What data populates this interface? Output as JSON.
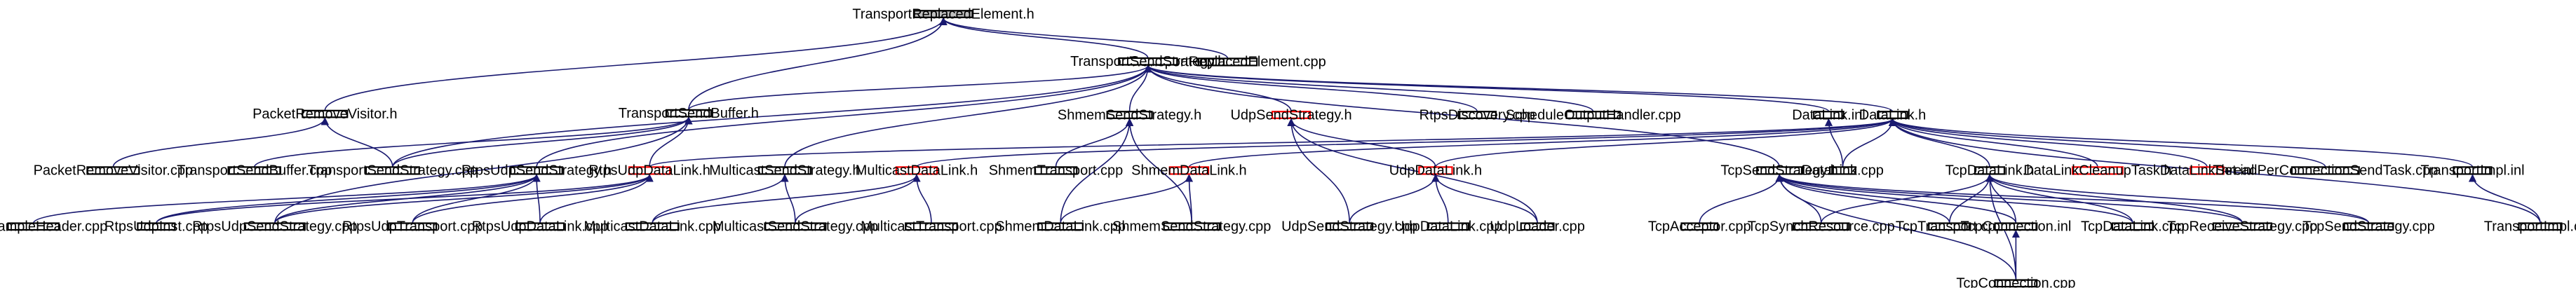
{
  "colors": {
    "edge": "#191970",
    "node_border": "#000000",
    "node_fill": "#ffffff",
    "root_fill": "#bfbfbf",
    "highlight_border": "#ff0000",
    "text": "#000000"
  },
  "nodes": [
    {
      "id": "root",
      "label": "TransportReplacedElement.h",
      "style": "root"
    },
    {
      "id": "tre_cpp",
      "label": "TransportReplacedElement.cpp",
      "style": "normal"
    },
    {
      "id": "tss_h",
      "label": "TransportSendStrategy.h",
      "style": "normal"
    },
    {
      "id": "prv_h",
      "label": "PacketRemoveVisitor.h",
      "style": "normal"
    },
    {
      "id": "tsb_h",
      "label": "TransportSendBuffer.h",
      "style": "normal"
    },
    {
      "id": "sss_h",
      "label": "ShmemSendStrategy.h",
      "style": "normal"
    },
    {
      "id": "uss_h",
      "label": "UdpSendStrategy.h",
      "style": "red"
    },
    {
      "id": "rtpsdisc",
      "label": "RtpsDiscovery.cpp",
      "style": "normal"
    },
    {
      "id": "soh_cpp",
      "label": "ScheduleOutputHandler.cpp",
      "style": "normal"
    },
    {
      "id": "dl_inl",
      "label": "DataLink.inl",
      "style": "normal"
    },
    {
      "id": "dl_h",
      "label": "DataLink.h",
      "style": "normal"
    },
    {
      "id": "prv_cpp",
      "label": "PacketRemoveVisitor.cpp",
      "style": "normal"
    },
    {
      "id": "tsb_cpp",
      "label": "TransportSendBuffer.cpp",
      "style": "normal"
    },
    {
      "id": "tss_cpp",
      "label": "TransportSendStrategy.cpp",
      "style": "normal"
    },
    {
      "id": "russ_h",
      "label": "RtpsUdpSendStrategy.h",
      "style": "normal"
    },
    {
      "id": "rudl_h",
      "label": "RtpsUdpDataLink.h",
      "style": "red"
    },
    {
      "id": "mss_h",
      "label": "MulticastSendStrategy.h",
      "style": "normal"
    },
    {
      "id": "mdl_h",
      "label": "MulticastDataLink.h",
      "style": "red"
    },
    {
      "id": "st_cpp",
      "label": "ShmemTransport.cpp",
      "style": "normal"
    },
    {
      "id": "sdl_h",
      "label": "ShmemDataLink.h",
      "style": "red"
    },
    {
      "id": "udl_h",
      "label": "UdpDataLink.h",
      "style": "red"
    },
    {
      "id": "dl_cpp",
      "label": "DataLink.cpp",
      "style": "normal"
    },
    {
      "id": "tcpss_h",
      "label": "TcpSendStrategy.h",
      "style": "normal"
    },
    {
      "id": "tcpdl_h",
      "label": "TcpDataLink.h",
      "style": "normal"
    },
    {
      "id": "dlct_h",
      "label": "DataLinkCleanupTask.h",
      "style": "red"
    },
    {
      "id": "dls_inl",
      "label": "DataLinkSet.inl",
      "style": "red"
    },
    {
      "id": "tpcst_cpp",
      "label": "ThreadPerConnectionSendTask.cpp",
      "style": "normal"
    },
    {
      "id": "ti_inl",
      "label": "TransportImpl.inl",
      "style": "normal"
    },
    {
      "id": "rsh_cpp",
      "label": "RtpsSampleHeader.cpp",
      "style": "normal"
    },
    {
      "id": "rui_cpp",
      "label": "RtpsUdpInst.cpp",
      "style": "normal"
    },
    {
      "id": "russ_cpp",
      "label": "RtpsUdpSendStrategy.cpp",
      "style": "normal"
    },
    {
      "id": "rut_cpp",
      "label": "RtpsUdpTransport.cpp",
      "style": "normal"
    },
    {
      "id": "rudl_cpp",
      "label": "RtpsUdpDataLink.cpp",
      "style": "normal"
    },
    {
      "id": "mdl_cpp",
      "label": "MulticastDataLink.cpp",
      "style": "normal"
    },
    {
      "id": "mss_cpp",
      "label": "MulticastSendStrategy.cpp",
      "style": "normal"
    },
    {
      "id": "mt_cpp",
      "label": "MulticastTransport.cpp",
      "style": "normal"
    },
    {
      "id": "sdl_cpp",
      "label": "ShmemDataLink.cpp",
      "style": "normal"
    },
    {
      "id": "sss_cpp",
      "label": "ShmemSendStrategy.cpp",
      "style": "normal"
    },
    {
      "id": "uss_cpp",
      "label": "UdpSendStrategy.cpp",
      "style": "normal"
    },
    {
      "id": "udl_cpp",
      "label": "UdpDataLink.cpp",
      "style": "normal"
    },
    {
      "id": "ul_cpp",
      "label": "UdpLoader.cpp",
      "style": "normal"
    },
    {
      "id": "tcpa_cpp",
      "label": "TcpAcceptor.cpp",
      "style": "normal"
    },
    {
      "id": "tcpsr_cpp",
      "label": "TcpSynchResource.cpp",
      "style": "normal"
    },
    {
      "id": "tcpt_cpp",
      "label": "TcpTransport.cpp",
      "style": "normal"
    },
    {
      "id": "tcpc_inl",
      "label": "TcpConnection.inl",
      "style": "normal"
    },
    {
      "id": "tcpdl_cpp",
      "label": "TcpDataLink.cpp",
      "style": "normal"
    },
    {
      "id": "tcprs_cpp",
      "label": "TcpReceiveStrategy.cpp",
      "style": "normal"
    },
    {
      "id": "tcpss_cpp",
      "label": "TcpSendStrategy.cpp",
      "style": "normal"
    },
    {
      "id": "ti_cpp",
      "label": "TransportImpl.cpp",
      "style": "normal"
    },
    {
      "id": "tcpc_cpp",
      "label": "TcpConnection.cpp",
      "style": "normal"
    }
  ],
  "edges": [
    [
      "root",
      "tre_cpp"
    ],
    [
      "root",
      "tss_h"
    ],
    [
      "root",
      "prv_h"
    ],
    [
      "root",
      "tsb_h"
    ],
    [
      "tss_h",
      "tsb_h"
    ],
    [
      "tss_h",
      "sss_h"
    ],
    [
      "tss_h",
      "uss_h"
    ],
    [
      "tss_h",
      "rtpsdisc"
    ],
    [
      "tss_h",
      "soh_cpp"
    ],
    [
      "tss_h",
      "dl_inl"
    ],
    [
      "tss_h",
      "dl_h"
    ],
    [
      "tss_h",
      "tss_cpp"
    ],
    [
      "tss_h",
      "russ_h"
    ],
    [
      "tss_h",
      "mss_h"
    ],
    [
      "tss_h",
      "tcpss_h"
    ],
    [
      "prv_h",
      "prv_cpp"
    ],
    [
      "prv_h",
      "tss_cpp"
    ],
    [
      "tsb_h",
      "tsb_cpp"
    ],
    [
      "tsb_h",
      "tss_cpp"
    ],
    [
      "tsb_h",
      "rudl_h"
    ],
    [
      "tsb_h",
      "russ_cpp"
    ],
    [
      "sss_h",
      "st_cpp"
    ],
    [
      "sss_h",
      "sdl_cpp"
    ],
    [
      "sss_h",
      "sss_cpp"
    ],
    [
      "uss_h",
      "uss_cpp"
    ],
    [
      "uss_h",
      "udl_h"
    ],
    [
      "uss_h",
      "ul_cpp"
    ],
    [
      "dl_inl",
      "dl_cpp"
    ],
    [
      "dl_h",
      "dl_cpp"
    ],
    [
      "dl_h",
      "tcpdl_h"
    ],
    [
      "dl_h",
      "dlct_h"
    ],
    [
      "dl_h",
      "dls_inl"
    ],
    [
      "dl_h",
      "tpcst_cpp"
    ],
    [
      "dl_h",
      "ti_inl"
    ],
    [
      "dl_h",
      "ti_cpp"
    ],
    [
      "dl_h",
      "rudl_h"
    ],
    [
      "dl_h",
      "mdl_h"
    ],
    [
      "dl_h",
      "sdl_h"
    ],
    [
      "dl_h",
      "udl_h"
    ],
    [
      "russ_h",
      "rsh_cpp"
    ],
    [
      "russ_h",
      "rui_cpp"
    ],
    [
      "russ_h",
      "russ_cpp"
    ],
    [
      "russ_h",
      "rut_cpp"
    ],
    [
      "russ_h",
      "rudl_cpp"
    ],
    [
      "rudl_h",
      "rui_cpp"
    ],
    [
      "rudl_h",
      "russ_cpp"
    ],
    [
      "rudl_h",
      "rut_cpp"
    ],
    [
      "rudl_h",
      "rudl_cpp"
    ],
    [
      "mss_h",
      "mdl_cpp"
    ],
    [
      "mss_h",
      "mss_cpp"
    ],
    [
      "mdl_h",
      "mdl_cpp"
    ],
    [
      "mdl_h",
      "mss_cpp"
    ],
    [
      "mdl_h",
      "mt_cpp"
    ],
    [
      "sdl_h",
      "sdl_cpp"
    ],
    [
      "sdl_h",
      "sss_cpp"
    ],
    [
      "udl_h",
      "uss_cpp"
    ],
    [
      "udl_h",
      "udl_cpp"
    ],
    [
      "udl_h",
      "ul_cpp"
    ],
    [
      "tcpss_h",
      "tcpa_cpp"
    ],
    [
      "tcpss_h",
      "tcpsr_cpp"
    ],
    [
      "tcpss_h",
      "tcpt_cpp"
    ],
    [
      "tcpss_h",
      "tcpc_inl"
    ],
    [
      "tcpss_h",
      "tcpdl_cpp"
    ],
    [
      "tcpss_h",
      "tcprs_cpp"
    ],
    [
      "tcpss_h",
      "tcpss_cpp"
    ],
    [
      "tcpss_h",
      "tcpc_cpp"
    ],
    [
      "tcpdl_h",
      "tcpsr_cpp"
    ],
    [
      "tcpdl_h",
      "tcpt_cpp"
    ],
    [
      "tcpdl_h",
      "tcpc_inl"
    ],
    [
      "tcpdl_h",
      "tcpdl_cpp"
    ],
    [
      "tcpdl_h",
      "tcprs_cpp"
    ],
    [
      "tcpdl_h",
      "tcpss_cpp"
    ],
    [
      "tcpdl_h",
      "tcpc_cpp"
    ],
    [
      "tcpc_inl",
      "tcpc_cpp"
    ],
    [
      "ti_inl",
      "ti_cpp"
    ]
  ]
}
